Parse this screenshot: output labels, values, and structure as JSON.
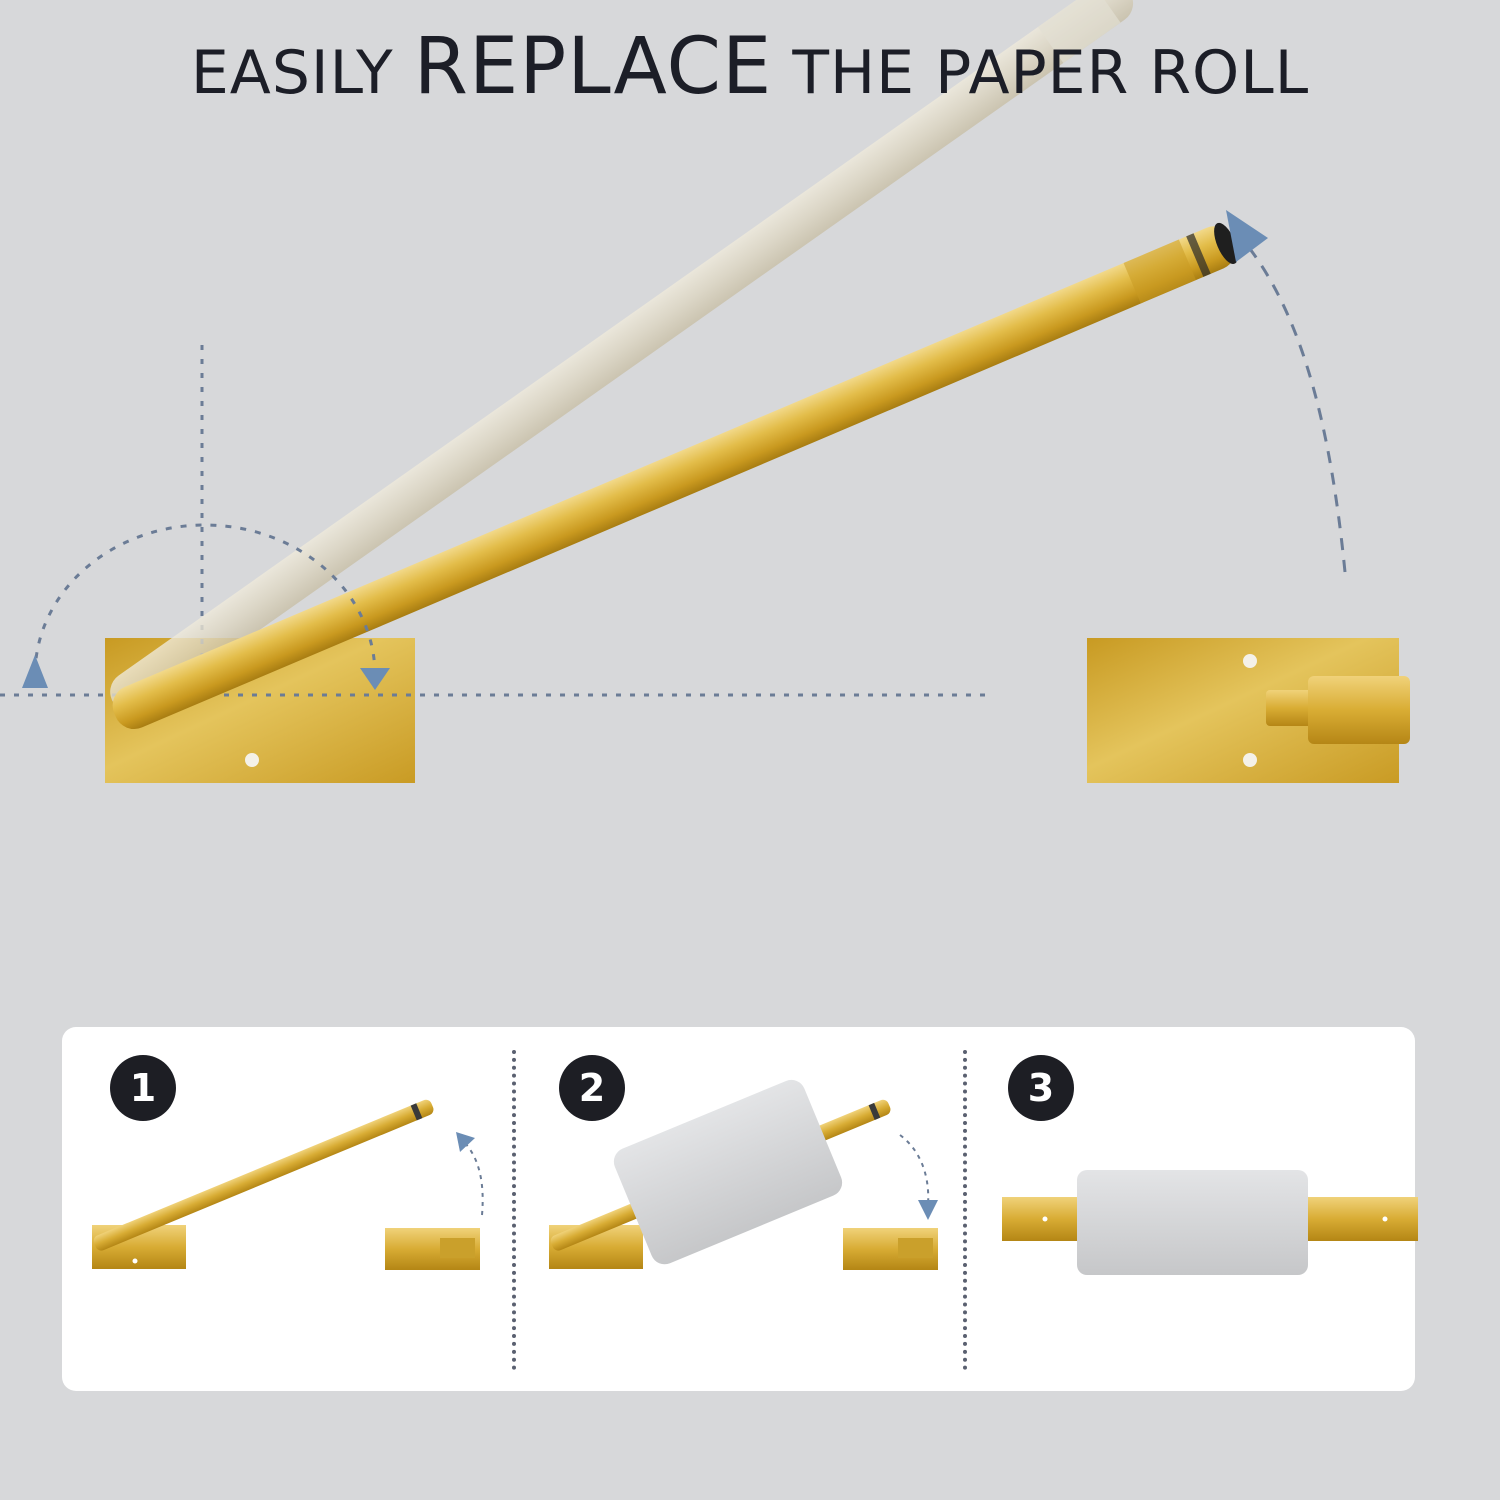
{
  "header": {
    "title_pre": "EASILY ",
    "title_emphasis": "REPLACE",
    "title_post": " THE PAPER ROLL"
  },
  "steps": [
    {
      "number": "1",
      "icon": "open-arm-illustration"
    },
    {
      "number": "2",
      "icon": "insert-roll-illustration"
    },
    {
      "number": "3",
      "icon": "roll-installed-illustration"
    }
  ],
  "colors": {
    "background": "#d7d8da",
    "gold": "#d9b23a",
    "arrow_blue": "#6b8db5",
    "title_dark": "#1c1e27",
    "badge_dark": "#1d1e24",
    "paper_roll": "#d3d4d6"
  }
}
